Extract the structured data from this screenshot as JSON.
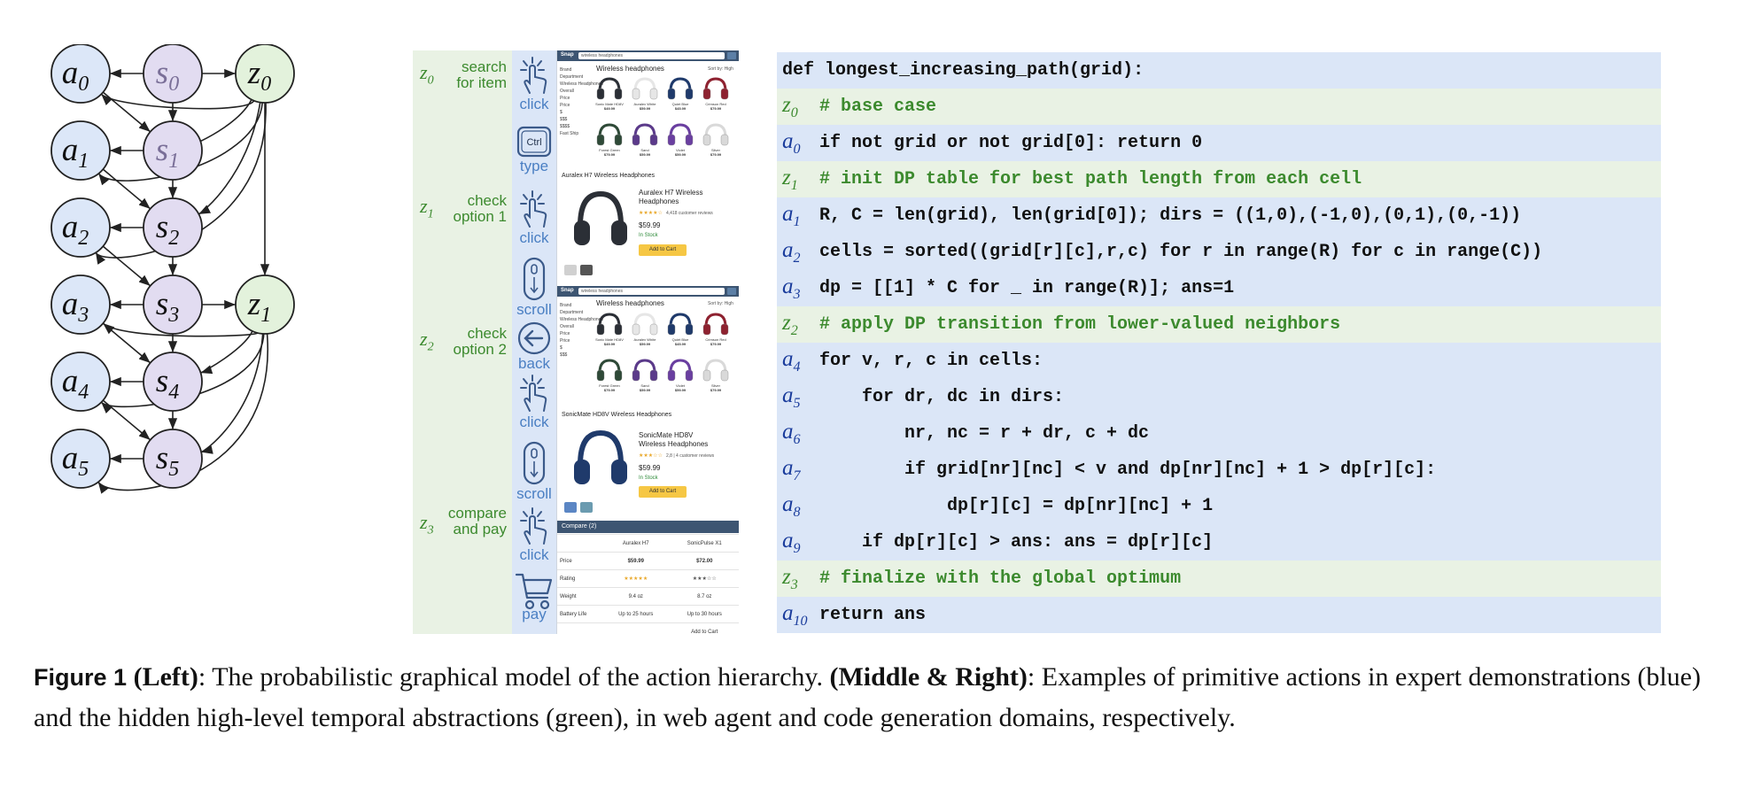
{
  "graph": {
    "nodes": [
      {
        "id": "a0",
        "base": "a",
        "sub": "0",
        "type": "action"
      },
      {
        "id": "s0",
        "base": "s",
        "sub": "0",
        "type": "state"
      },
      {
        "id": "z0",
        "base": "z",
        "sub": "0",
        "type": "abstraction"
      },
      {
        "id": "a1",
        "base": "a",
        "sub": "1",
        "type": "action"
      },
      {
        "id": "s1",
        "base": "s",
        "sub": "1",
        "type": "state"
      },
      {
        "id": "a2",
        "base": "a",
        "sub": "2",
        "type": "action"
      },
      {
        "id": "s2",
        "base": "s",
        "sub": "2",
        "type": "state"
      },
      {
        "id": "a3",
        "base": "a",
        "sub": "3",
        "type": "action"
      },
      {
        "id": "s3",
        "base": "s",
        "sub": "3",
        "type": "state"
      },
      {
        "id": "z1",
        "base": "z",
        "sub": "1",
        "type": "abstraction"
      },
      {
        "id": "a4",
        "base": "a",
        "sub": "4",
        "type": "action"
      },
      {
        "id": "s4",
        "base": "s",
        "sub": "4",
        "type": "state"
      },
      {
        "id": "a5",
        "base": "a",
        "sub": "5",
        "type": "action"
      },
      {
        "id": "s5",
        "base": "s",
        "sub": "5",
        "type": "state"
      }
    ],
    "colors": {
      "action_fill": "#dce7f8",
      "state_fill": "#e2dcf1",
      "abstraction_fill": "#e3f2dc",
      "stroke": "#222222",
      "state_s0_s1_text": "#7a6f98"
    }
  },
  "web_agent": {
    "steps": [
      {
        "sym": "z",
        "sub": "0",
        "label_line1": "search",
        "label_line2": "for item"
      },
      {
        "sym": "z",
        "sub": "1",
        "label_line1": "check",
        "label_line2": "option 1"
      },
      {
        "sym": "z",
        "sub": "2",
        "label_line1": "check",
        "label_line2": "option 2"
      },
      {
        "sym": "z",
        "sub": "3",
        "label_line1": "compare",
        "label_line2": "and pay"
      }
    ],
    "actions": [
      {
        "icon": "pointer-click-icon",
        "label": "click"
      },
      {
        "icon": "ctrl-key-icon",
        "label": "type",
        "key_text": "Ctrl"
      },
      {
        "icon": "pointer-click-icon",
        "label": "click"
      },
      {
        "icon": "mouse-scroll-icon",
        "label": "scroll"
      },
      {
        "icon": "back-arrow-icon",
        "label": "back"
      },
      {
        "icon": "pointer-click-icon",
        "label": "click"
      },
      {
        "icon": "mouse-scroll-icon",
        "label": "scroll"
      },
      {
        "icon": "pointer-click-icon",
        "label": "click"
      },
      {
        "icon": "shopping-cart-icon",
        "label": "pay"
      }
    ],
    "screens": {
      "shop_logo": "Snap",
      "search_query": "wireless headphones",
      "grid_title": "Wireless headphones",
      "sort_label": "Sort by: High",
      "filters": [
        "Brand",
        "Department",
        "Wireless Headphones",
        "Overall",
        "Price",
        "",
        "Price",
        "$",
        "$$$",
        "$$$$",
        "Fast Ship"
      ],
      "products_row1": [
        {
          "name": "Sonic Mate HD8V",
          "price": "$49.99",
          "color": "#2b2f36"
        },
        {
          "name": "Auralex White",
          "price": "$59.99",
          "color": "#e6e6e6"
        },
        {
          "name": "Quiet Blue",
          "price": "$45.99",
          "color": "#1f3a6b"
        },
        {
          "name": "Crimson Red",
          "price": "$79.99",
          "color": "#8e2230"
        }
      ],
      "products_row2": [
        {
          "name": "Forest Green",
          "price": "$79.99",
          "color": "#2f4a38"
        },
        {
          "name": "Sand",
          "price": "$59.99",
          "color": "#5b3a8a"
        },
        {
          "name": "Violet",
          "price": "$59.99",
          "color": "#6a3fa0"
        },
        {
          "name": "Silver",
          "price": "$79.99",
          "color": "#d9d9d9"
        }
      ],
      "detail1": {
        "title": "Auralex H7 Wireless Headphones",
        "name_line1": "Auralex H7 Wireless",
        "name_line2": "Headphones",
        "rating": "★★★★☆",
        "reviews": "4,418 customer reviews",
        "price": "$59.99",
        "stock": "In Stock",
        "cart": "Add to Cart",
        "color": "#2b2f36",
        "swatch1": "#d0d0d0",
        "swatch2": "#555555"
      },
      "detail2": {
        "title": "SonicMate HD8V Wireless Headphones",
        "name_line1": "SonicMate HD8V",
        "name_line2": "Wireless Headphones",
        "rating": "★★★☆☆",
        "reviews": "2,8 | 4 customer reviews",
        "price": "$59.99",
        "stock": "In Stock",
        "cart": "Add to Cart",
        "color": "#1f3a6b",
        "swatch1": "#5b86c4",
        "swatch2": "#6b9bb0"
      },
      "compare": {
        "header": "Compare (2)",
        "columns": [
          "",
          "Auralex H7",
          "SonicPulse X1"
        ],
        "rows": [
          [
            "Price",
            "$59.99",
            "$72.00"
          ],
          [
            "Rating",
            "★★★★★",
            "★★★☆☆"
          ],
          [
            "Weight",
            "9.4 oz",
            "8.7 oz"
          ],
          [
            "Battery Life",
            "Up to 25 hours",
            "Up to 30 hours"
          ],
          [
            "",
            "",
            "Add to Cart"
          ]
        ]
      }
    }
  },
  "code": {
    "rows": [
      {
        "kind": "blue",
        "sym": "",
        "sub": "",
        "text": "def longest_increasing_path(grid):"
      },
      {
        "kind": "green",
        "sym": "z",
        "sub": "0",
        "text": "# base case"
      },
      {
        "kind": "blue",
        "sym": "a",
        "sub": "0",
        "text": "if not grid or not grid[0]: return 0"
      },
      {
        "kind": "green",
        "sym": "z",
        "sub": "1",
        "text": "# init DP table for best path length from each cell"
      },
      {
        "kind": "blue",
        "sym": "a",
        "sub": "1",
        "text": "R, C = len(grid), len(grid[0]); dirs = ((1,0),(-1,0),(0,1),(0,-1))"
      },
      {
        "kind": "blue",
        "sym": "a",
        "sub": "2",
        "text": "cells = sorted((grid[r][c],r,c) for r in range(R) for c in range(C))"
      },
      {
        "kind": "blue",
        "sym": "a",
        "sub": "3",
        "text": "dp = [[1] * C for _ in range(R)]; ans=1"
      },
      {
        "kind": "green",
        "sym": "z",
        "sub": "2",
        "text": "# apply DP transition from lower-valued neighbors"
      },
      {
        "kind": "blue",
        "sym": "a",
        "sub": "4",
        "text": "for v, r, c in cells:"
      },
      {
        "kind": "blue",
        "sym": "a",
        "sub": "5",
        "text": "    for dr, dc in dirs:"
      },
      {
        "kind": "blue",
        "sym": "a",
        "sub": "6",
        "text": "        nr, nc = r + dr, c + dc"
      },
      {
        "kind": "blue",
        "sym": "a",
        "sub": "7",
        "text": "        if grid[nr][nc] < v and dp[nr][nc] + 1 > dp[r][c]:"
      },
      {
        "kind": "blue",
        "sym": "a",
        "sub": "8",
        "text": "            dp[r][c] = dp[nr][nc] + 1"
      },
      {
        "kind": "blue",
        "sym": "a",
        "sub": "9",
        "text": "    if dp[r][c] > ans: ans = dp[r][c]"
      },
      {
        "kind": "green",
        "sym": "z",
        "sub": "3",
        "text": "# finalize with the global optimum"
      },
      {
        "kind": "blue",
        "sym": "a",
        "sub": "10",
        "text": "return ans"
      }
    ],
    "colors": {
      "blue_row": "#dbe6f7",
      "green_row": "#e9f2e4",
      "comment": "#3c8a2e",
      "sym_blue": "#1a3c9c"
    }
  },
  "caption": {
    "figure_label": "Figure 1",
    "left_label": "(Left)",
    "left_text": ": The probabilistic graphical model of the action hierarchy. ",
    "middle_label": "(Middle & Right)",
    "middle_text": ": Examples of primitive actions in expert demonstrations (blue) and the hidden high-level temporal abstractions (green), in web agent and code generation domains, respectively."
  }
}
